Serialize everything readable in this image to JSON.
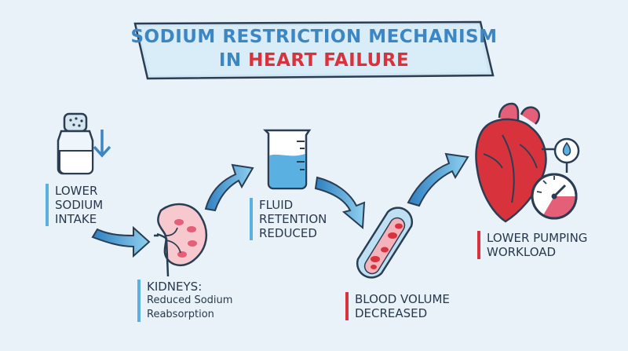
{
  "title": {
    "line1": "SODIUM RESTRICTION MECHANISM",
    "line2_prefix": "IN",
    "line2_accent": "HEART FAILURE"
  },
  "steps": [
    {
      "lines": [
        "LOWER",
        "SODIUM",
        "INTAKE"
      ],
      "color": "#5ab0e0"
    },
    {
      "heading": "KIDNEYS:",
      "lines": [
        "Reduced Sodium",
        "Reabsorption"
      ],
      "color": "#5ab0e0"
    },
    {
      "lines": [
        "FLUID",
        "RETENTION",
        "REDUCED"
      ],
      "color": "#5ab0e0"
    },
    {
      "lines": [
        "BLOOD VOLUME",
        "DECREASED"
      ],
      "color": "#d8333c"
    },
    {
      "lines": [
        "LOWER PUMPING",
        "WORKLOAD"
      ],
      "color": "#d8333c"
    }
  ],
  "icons": [
    "salt-shaker-icon",
    "down-arrow-icon",
    "kidney-icon",
    "beaker-icon",
    "blood-vessel-icon",
    "heart-icon",
    "drop-gauge-icon",
    "pressure-gauge-icon"
  ],
  "colors": {
    "blue": "#3c86c4",
    "light_blue": "#5ab0e0",
    "red": "#d8333c",
    "ink": "#28394d",
    "background": "#e8f2f8"
  }
}
